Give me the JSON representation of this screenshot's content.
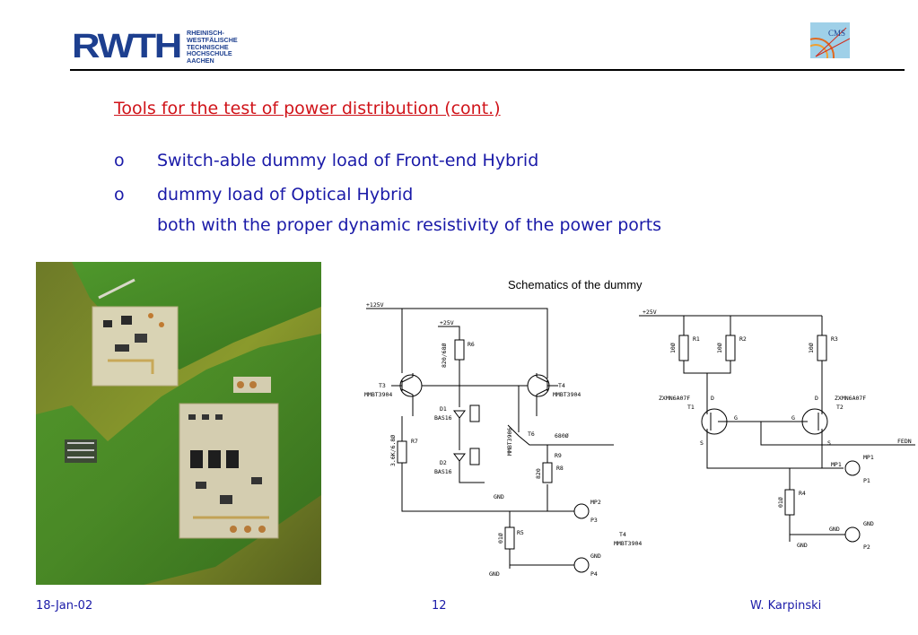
{
  "header": {
    "logo_text": "RWTH",
    "logo_subtext": [
      "RHEINISCH-",
      "WESTFÄLISCHE",
      "TECHNISCHE",
      "HOCHSCHULE",
      "AACHEN"
    ],
    "cms_logo_text": "CMS"
  },
  "slide": {
    "title": "Tools for the test of power distribution (cont.)",
    "bullets": [
      {
        "marker": "o",
        "text": "Switch-able dummy load of Front-end Hybrid"
      },
      {
        "marker": "o",
        "text": "dummy load of Optical Hybrid",
        "continuation": "both with the proper dynamic resistivity of the power ports"
      }
    ]
  },
  "figure": {
    "caption": "Schematics of the dummy",
    "labels": {
      "v125": "+125V",
      "v25a": "+25V",
      "v25b": "+25V",
      "r6": "R6",
      "r6v": "820/68Ø",
      "r7": "R7",
      "r7v": "3.6K/6.8Ø",
      "r8": "R8",
      "r8v": "820",
      "r9": "R9",
      "r9v": "680Ø",
      "r5": "R5",
      "r5v": "01Ø",
      "t3": "T3",
      "t3p": "MMBT3904",
      "t4": "T4",
      "t4p": "MMBT3904",
      "t6": "T6",
      "t6p": "MMBT3906",
      "d1": "D1",
      "d1p": "BAS16",
      "d2": "D2",
      "d2p": "BAS16",
      "gnd": "GND",
      "mp2": "MP2",
      "p3": "P3",
      "p4": "P4",
      "t4b": "T4",
      "t4bp": "MMBT3904",
      "r1": "R1",
      "r1v": "10Ø",
      "r2": "R2",
      "r2v": "10Ø",
      "r3": "R3",
      "r3v": "10Ø",
      "t1p": "ZXMN6A07F",
      "t1": "T1",
      "t2p": "ZXMN6A07F",
      "t2": "T2",
      "d": "D",
      "g": "G",
      "s": "S",
      "r4": "R4",
      "r4v": "01Ø",
      "mp1": "MP1",
      "p1": "P1",
      "p2": "P2",
      "fedn": "FEDN"
    }
  },
  "footer": {
    "date": "18-Jan-02",
    "page": "12",
    "author": "W. Karpinski"
  }
}
